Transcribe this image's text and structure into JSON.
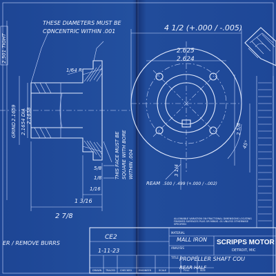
{
  "notes": {
    "concentric_line1": "THESE DIAMETERS MUST BE",
    "concentric_line2": "CONCENTRIC WITHIN .001",
    "square_line1": "THIS FACE MUST BE",
    "square_line2": "SQUARE WITH BORE",
    "square_line3": "WITHIN .004",
    "remove_burrs": "ER / REMOVE BURRS",
    "rear_call": "REAM"
  },
  "dimensions": {
    "bore_dia_1": "2.1654 DIA",
    "bore_dia_2": "2.1658",
    "left_dia_1": "GRIND",
    "left_dia_2": "2.1659",
    "boxed_left": "2.501 TIGHT",
    "outer_dia": "4 1/2 (+.000 / -.005)",
    "pitch_dia_1": "2.625",
    "pitch_dia_2": "2.624",
    "overall_len": "2 7/8",
    "len_a": "1 3/16",
    "len_b": "1/16",
    "len_c": "1/8",
    "len_d": "5/8",
    "ream_val": ".500 / .499 (+.000 / -.002)",
    "sub_dim": "3 1/4",
    "right_dia": "2 5/8",
    "angle": "45°",
    "chamfer": "1/64 R"
  },
  "title_block": {
    "material_label": "MATERIAL",
    "material": "MALL IRON",
    "analysis_label": "ANALYSIS",
    "title_label": "TITLE",
    "title_line1": "PROPELLER SHAFT COU",
    "title_line2": "REAR HALF",
    "company": "SCRIPPS MOTOR",
    "city": "DETROIT, MIC",
    "code": "CE2",
    "date": "1-11-23",
    "tolerance_line1": "ALLOWABLE VARIATION ON FRACTIONAL DIMENSIONS LOCATING",
    "tolerance_line2": "FINISHED SURFACES PLUS OR MINUS .01 UNLESS OTHERWISE",
    "tolerance_line3": "SPECIFIED",
    "col_drawn": "DRAWN",
    "col_traced": "TRACED",
    "col_checked": "CHECKED",
    "col_engineer": "ENGINEER",
    "col_scale": "SCALE",
    "col_full": "FULL",
    "col_size": "SIZE"
  },
  "colors": {
    "paper": "#1d4594",
    "ink": "#e4ecff"
  }
}
